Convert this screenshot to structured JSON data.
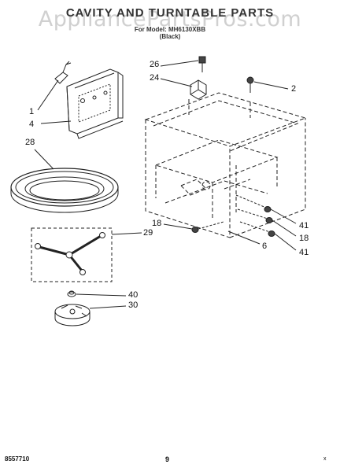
{
  "watermark": "AppliancePartsPros.com",
  "title": "CAVITY AND TURNTABLE PARTS",
  "subtitle": "For Model: MH6130XBB",
  "color": "(Black)",
  "callouts": {
    "c1": "1",
    "c4": "4",
    "c26": "26",
    "c24": "24",
    "c2": "2",
    "c28": "28",
    "c41a": "41",
    "c18a": "18",
    "c18b": "18",
    "c29": "29",
    "c6": "6",
    "c41b": "41",
    "c40": "40",
    "c30": "30"
  },
  "footer": {
    "part_number": "8557710",
    "page": "9",
    "mark": "x"
  },
  "colors": {
    "line": "#222222",
    "watermark": "#999999"
  }
}
